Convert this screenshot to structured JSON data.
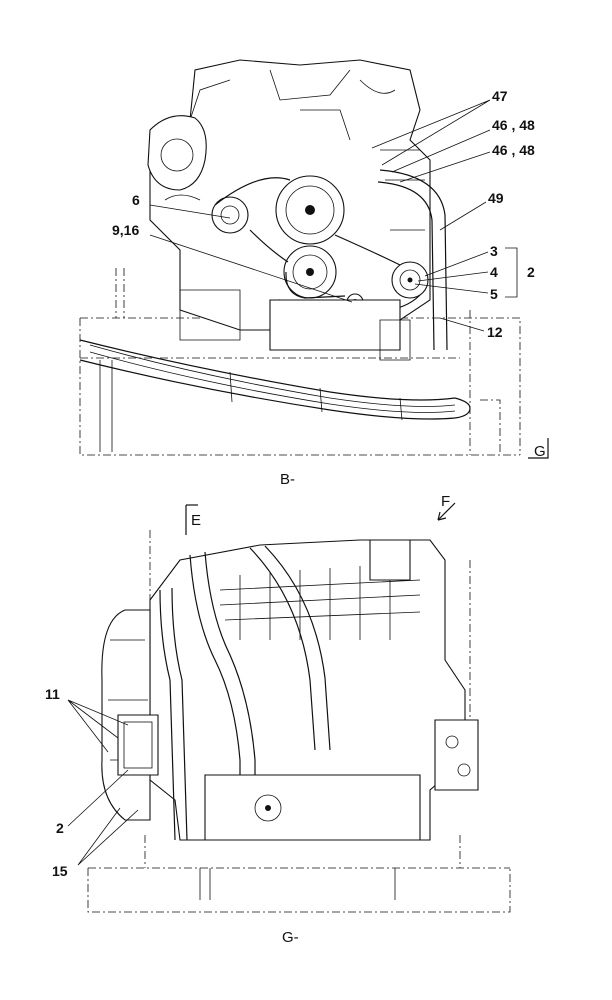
{
  "view_b": {
    "callouts": {
      "c47": "47",
      "c46_48_a": "46 , 48",
      "c46_48_b": "46 , 48",
      "c49": "49",
      "c6": "6",
      "c9_16": "9,16",
      "c3": "3",
      "c4": "4",
      "c5": "5",
      "c2": "2",
      "c12": "12"
    },
    "arrow_label": "G",
    "view_label": "B-"
  },
  "view_g": {
    "arrow_e": "E",
    "arrow_f": "F",
    "callouts": {
      "c11": "11",
      "c2": "2",
      "c15": "15"
    },
    "view_label": "G-"
  }
}
